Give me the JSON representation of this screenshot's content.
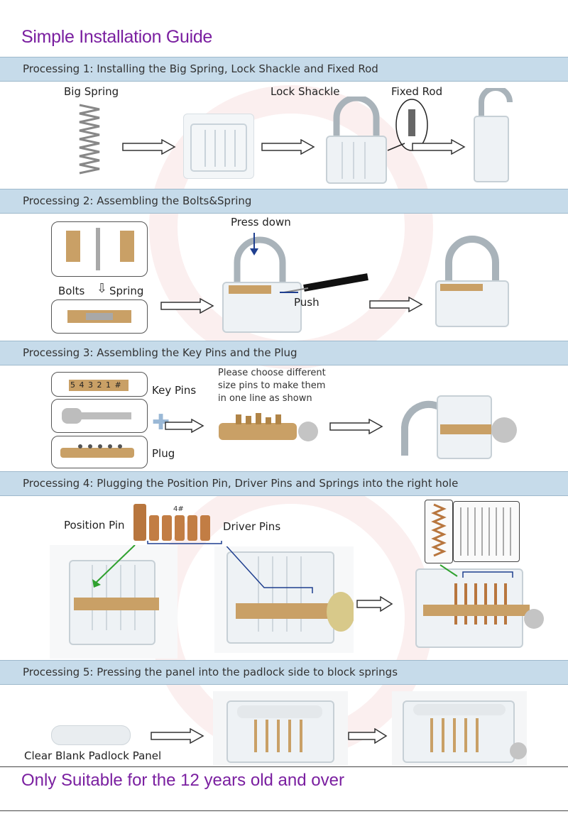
{
  "title": "Simple Installation Guide",
  "footer": "Only Suitable for the 12 years old and over",
  "steps": [
    {
      "label": "Processing 1: Installing the Big Spring, Lock Shackle and Fixed Rod"
    },
    {
      "label": "Processing 2: Assembling the Bolts&Spring"
    },
    {
      "label": "Processing 3: Assembling the Key Pins and the Plug"
    },
    {
      "label": "Processing 4: Plugging the Position Pin, Driver Pins and Springs into the right hole"
    },
    {
      "label": "Processing 5: Pressing the panel into the padlock side to block springs"
    }
  ],
  "labels": {
    "big_spring": "Big Spring",
    "lock_shackle": "Lock Shackle",
    "fixed_rod": "Fixed Rod",
    "press_down": "Press down",
    "bolts": "Bolts",
    "spring": "Spring",
    "push": "Push",
    "choose_pins": "Please choose different size pins to make them in one line as shown",
    "key_pins": "Key Pins",
    "plug": "Plug",
    "pin_numbers": "5 4 3 2 1 #",
    "position_pin": "Position Pin",
    "driver_pins": "Driver Pins",
    "four_hash": "4#",
    "clear_panel": "Clear Blank Padlock Panel"
  },
  "colors": {
    "title": "#7a1fa0",
    "bar": "#c6dbea",
    "brass": "#c9a066",
    "arrow_blue": "#1f3f8f",
    "arrow_green": "#2fa12f"
  }
}
